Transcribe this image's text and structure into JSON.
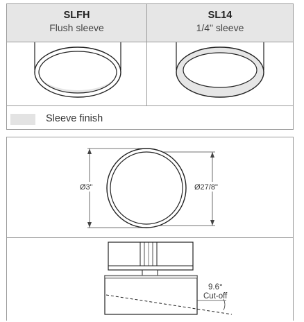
{
  "sleeve_table": {
    "columns": [
      {
        "code": "SLFH",
        "description": "Flush sleeve",
        "icon": "flush-sleeve-drawing"
      },
      {
        "code": "SL14",
        "description": "1/4\" sleeve",
        "icon": "quarter-inch-sleeve-drawing"
      }
    ],
    "legend": {
      "swatch_color": "#e3e3e3",
      "label": "Sleeve finish"
    }
  },
  "dimensions": {
    "outer_diameter": "Ø3\"",
    "inner_diameter": "Ø27/8\"",
    "cutoff_angle": "9.6°",
    "cutoff_label": "Cut-off"
  }
}
